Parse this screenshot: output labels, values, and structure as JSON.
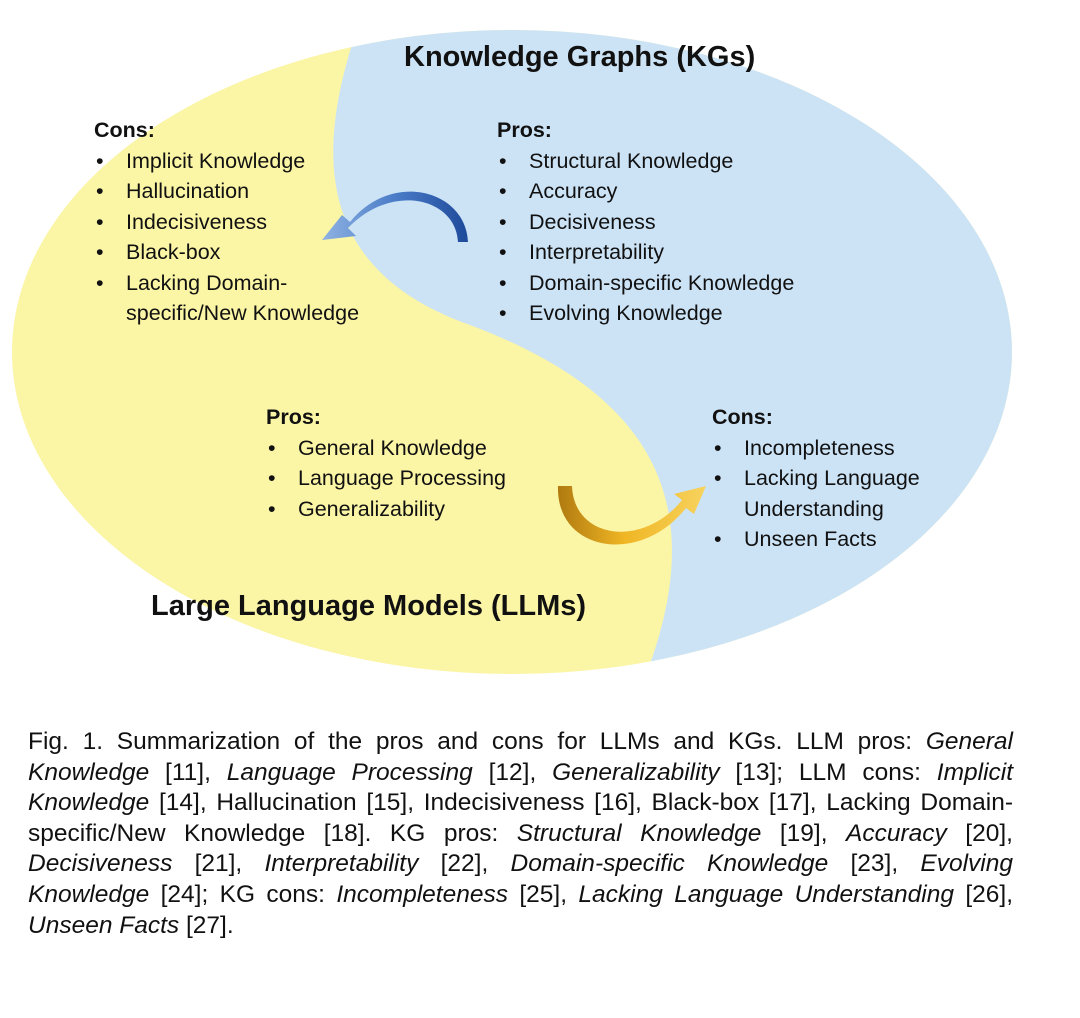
{
  "colors": {
    "llm_region": "#fbf5a6",
    "kg_region": "#cce3f6",
    "kg_arrow": "#3b69b8",
    "llm_arrow": "#e8a818"
  },
  "kg": {
    "title": "Knowledge Graphs (KGs)",
    "pros_heading": "Pros:",
    "pros": [
      "Structural Knowledge",
      "Accuracy",
      "Decisiveness",
      "Interpretability",
      "Domain-specific Knowledge",
      "Evolving Knowledge"
    ],
    "cons_heading": "Cons:",
    "cons": [
      "Incompleteness",
      "Lacking Language Understanding",
      "Unseen Facts"
    ]
  },
  "llm": {
    "title": "Large Language Models (LLMs)",
    "pros_heading": "Pros:",
    "pros": [
      "General Knowledge",
      "Language Processing",
      "Generalizability"
    ],
    "cons_heading": "Cons:",
    "cons": [
      "Implicit Knowledge",
      "Hallucination",
      "Indecisiveness",
      "Black-box",
      "Lacking Domain-specific/New Knowledge"
    ]
  },
  "caption": {
    "segments": [
      {
        "t": "Fig. 1. Summarization of the pros and cons for LLMs and KGs. LLM pros: ",
        "i": false
      },
      {
        "t": "General Knowledge",
        "i": true
      },
      {
        "t": " [11], ",
        "i": false
      },
      {
        "t": "Language Processing",
        "i": true
      },
      {
        "t": " [12], ",
        "i": false
      },
      {
        "t": "Generalizability",
        "i": true
      },
      {
        "t": " [13]; LLM cons: ",
        "i": false
      },
      {
        "t": "Implicit Knowledge",
        "i": true
      },
      {
        "t": " [14], Hallucination [15], Indecisiveness [16], Black-box [17], Lacking Domain-specific/New Knowledge [18]. KG pros: ",
        "i": false
      },
      {
        "t": "Structural Knowledge",
        "i": true
      },
      {
        "t": " [19], ",
        "i": false
      },
      {
        "t": "Accuracy",
        "i": true
      },
      {
        "t": " [20], ",
        "i": false
      },
      {
        "t": "Decisiveness",
        "i": true
      },
      {
        "t": " [21], ",
        "i": false
      },
      {
        "t": "Interpretability",
        "i": true
      },
      {
        "t": " [22], ",
        "i": false
      },
      {
        "t": "Domain-specific Knowledge",
        "i": true
      },
      {
        "t": " [23], ",
        "i": false
      },
      {
        "t": "Evolving Knowledge",
        "i": true
      },
      {
        "t": " [24]; KG cons: ",
        "i": false
      },
      {
        "t": "Incompleteness",
        "i": true
      },
      {
        "t": " [25], ",
        "i": false
      },
      {
        "t": "Lacking Language Understanding",
        "i": true
      },
      {
        "t": " [26], ",
        "i": false
      },
      {
        "t": "Unseen Facts",
        "i": true
      },
      {
        "t": " [27].",
        "i": false
      }
    ]
  }
}
